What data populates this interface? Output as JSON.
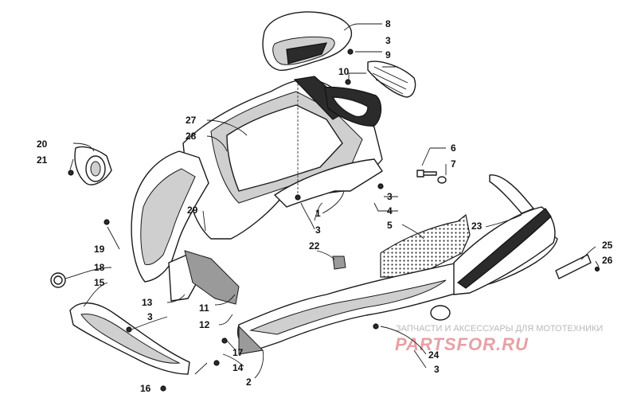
{
  "callouts": [
    {
      "id": "c1",
      "label": "1"
    },
    {
      "id": "c2",
      "label": "2"
    },
    {
      "id": "c3a",
      "label": "3"
    },
    {
      "id": "c3b",
      "label": "3"
    },
    {
      "id": "c3c",
      "label": "3"
    },
    {
      "id": "c3d",
      "label": "3"
    },
    {
      "id": "c3e",
      "label": "3"
    },
    {
      "id": "c4",
      "label": "4"
    },
    {
      "id": "c5",
      "label": "5"
    },
    {
      "id": "c6",
      "label": "6"
    },
    {
      "id": "c7",
      "label": "7"
    },
    {
      "id": "c8",
      "label": "8"
    },
    {
      "id": "c9",
      "label": "9"
    },
    {
      "id": "c10",
      "label": "10"
    },
    {
      "id": "c11",
      "label": "11"
    },
    {
      "id": "c12",
      "label": "12"
    },
    {
      "id": "c13",
      "label": "13"
    },
    {
      "id": "c14",
      "label": "14"
    },
    {
      "id": "c15",
      "label": "15"
    },
    {
      "id": "c16",
      "label": "16"
    },
    {
      "id": "c17",
      "label": "17"
    },
    {
      "id": "c18",
      "label": "18"
    },
    {
      "id": "c19",
      "label": "19"
    },
    {
      "id": "c20",
      "label": "20"
    },
    {
      "id": "c21",
      "label": "21"
    },
    {
      "id": "c22",
      "label": "22"
    },
    {
      "id": "c23",
      "label": "23"
    },
    {
      "id": "c24",
      "label": "24"
    },
    {
      "id": "c25",
      "label": "25"
    },
    {
      "id": "c26",
      "label": "26"
    },
    {
      "id": "c27",
      "label": "27"
    },
    {
      "id": "c28",
      "label": "28"
    },
    {
      "id": "c29",
      "label": "29"
    }
  ],
  "watermark": {
    "tagline": "ЗАПЧАСТИ И АКСЕССУАРЫ ДЛЯ МОТОТЕХНИКИ",
    "brand": "PARTSFOR.RU"
  }
}
